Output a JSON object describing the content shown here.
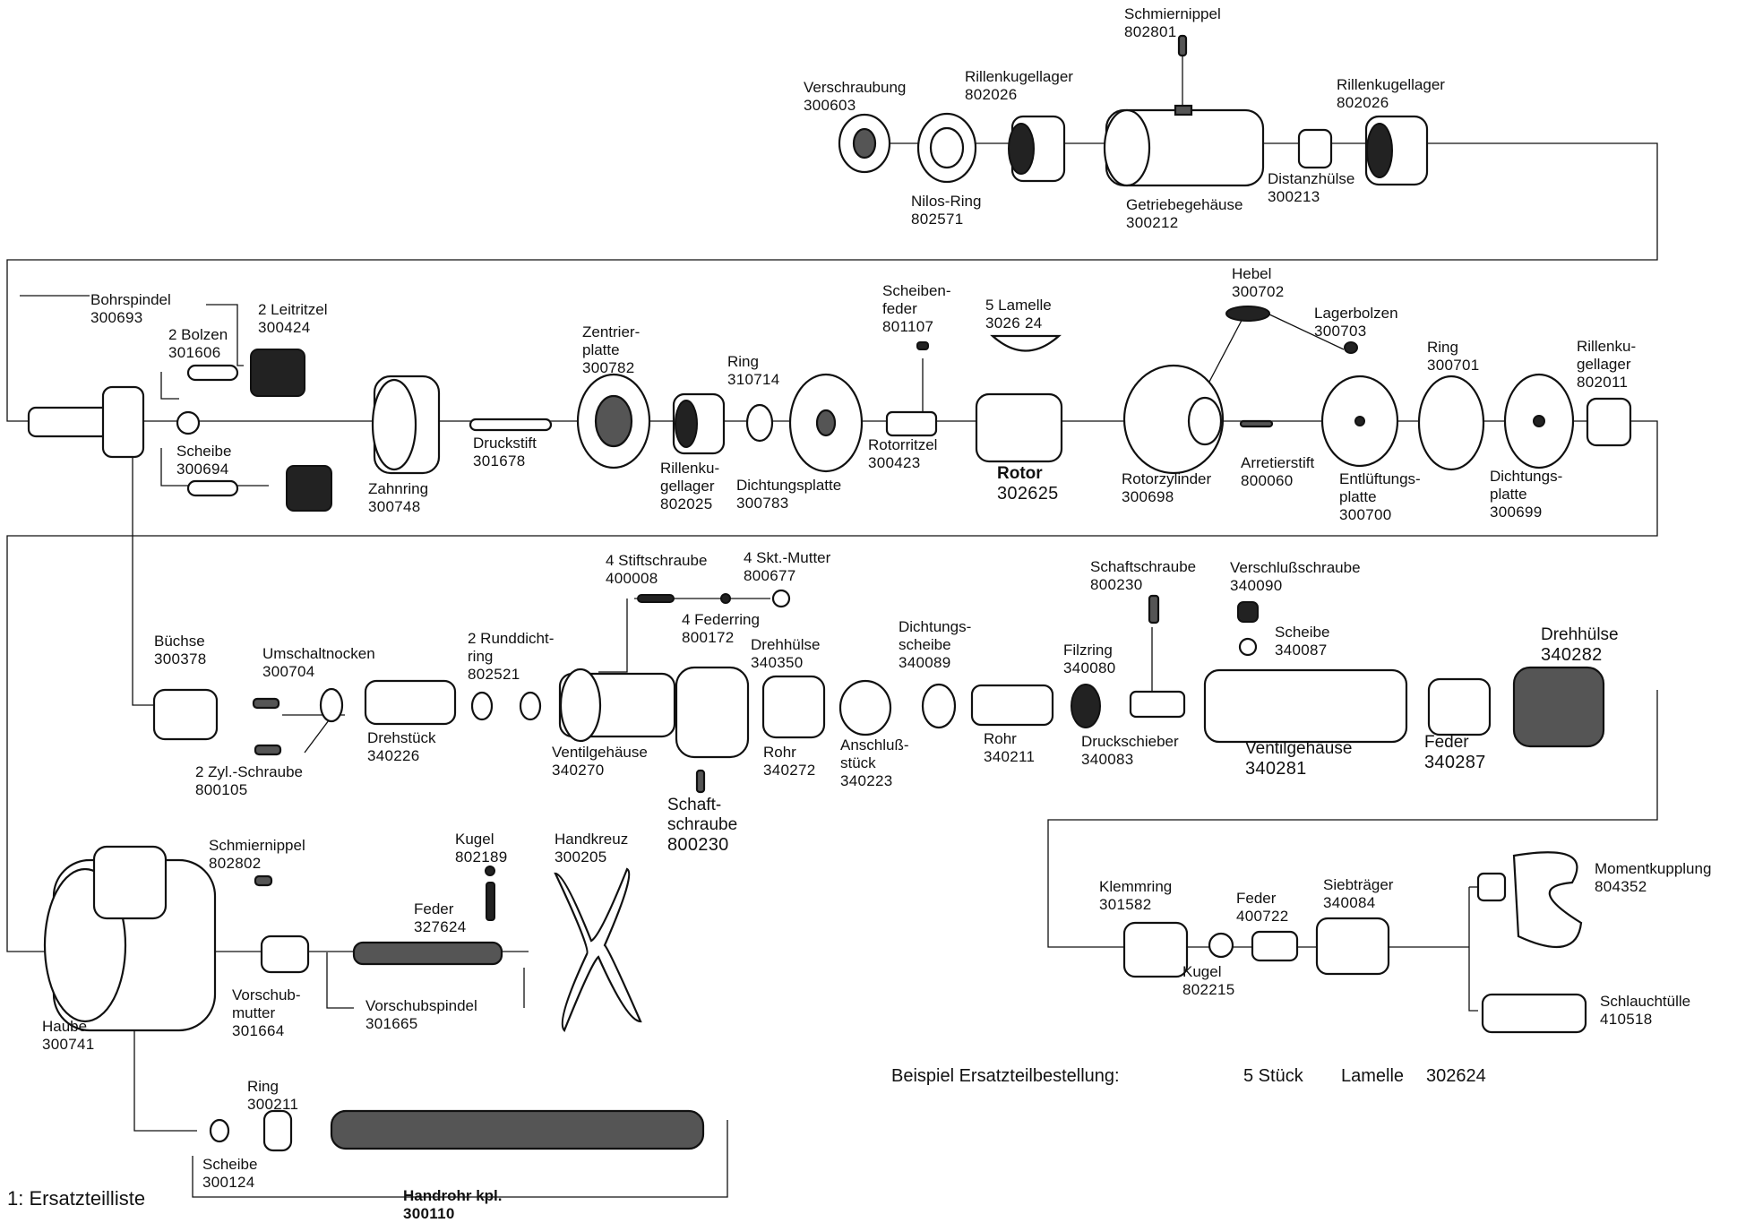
{
  "caption": "1: Ersatzteilliste",
  "example": {
    "lead": "Beispiel Ersatzteilbestellung:",
    "qty": "5 Stück",
    "part": "Lamelle",
    "number": "302624"
  },
  "parts": {
    "schmiernippel_top": {
      "name": "Schmiernippel",
      "number": "802801"
    },
    "verschraubung": {
      "name": "Verschraubung",
      "number": "300603"
    },
    "rillenkugellager_a": {
      "name": "Rillenkugellager",
      "number": "802026"
    },
    "rillenkugellager_b": {
      "name": "Rillenkugellager",
      "number": "802026"
    },
    "nilos_ring": {
      "name": "Nilos-Ring",
      "number": "802571"
    },
    "getriebegehaeuse": {
      "name": "Getriebegehäuse",
      "number": "300212"
    },
    "distanzhuelse": {
      "name": "Distanzhülse",
      "number": "300213"
    },
    "bohrspindel": {
      "name": "Bohrspindel",
      "number": "300693"
    },
    "leitritzel": {
      "name": "2 Leitritzel",
      "number": "300424"
    },
    "bolzen": {
      "name": "2 Bolzen",
      "number": "301606"
    },
    "scheibe_300694": {
      "name": "Scheibe",
      "number": "300694"
    },
    "zahnring": {
      "name": "Zahnring",
      "number": "300748"
    },
    "druckstift": {
      "name": "Druckstift",
      "number": "301678"
    },
    "zentrierplatte": {
      "line1": "Zentrier-",
      "line2": "platte",
      "number": "300782"
    },
    "ring_310714": {
      "name": "Ring",
      "number": "310714"
    },
    "rillenkugellager_802025": {
      "line1": "Rillenku-",
      "line2": "gellager",
      "number": "802025"
    },
    "dichtungsplatte_300783": {
      "name": "Dichtungsplatte",
      "number": "300783"
    },
    "scheibenfeder": {
      "line1": "Scheiben-",
      "line2": "feder",
      "number": "801107"
    },
    "lamelle": {
      "name": "5 Lamelle",
      "number": "3026 24"
    },
    "rotorritzel": {
      "name": "Rotorritzel",
      "number": "300423"
    },
    "rotor": {
      "name": "Rotor",
      "number": "302625"
    },
    "hebel": {
      "name": "Hebel",
      "number": "300702"
    },
    "lagerbolzen": {
      "name": "Lagerbolzen",
      "number": "300703"
    },
    "rotorzylinder": {
      "name": "Rotorzylinder",
      "number": "300698"
    },
    "arretierstift": {
      "name": "Arretierstift",
      "number": "800060"
    },
    "ring_300701": {
      "name": "Ring",
      "number": "300701"
    },
    "entlueftungsplatte": {
      "line1": "Entlüftungs-",
      "line2": "platte",
      "number": "300700"
    },
    "dichtungsplatte_300699": {
      "line1": "Dichtungs-",
      "line2": "platte",
      "number": "300699"
    },
    "rillenkugellager_802011": {
      "line1": "Rillenku-",
      "line2": "gellager",
      "number": "802011"
    },
    "stiftschraube": {
      "name": "4 Stiftschraube",
      "number": "400008"
    },
    "skt_mutter": {
      "name": "4 Skt.-Mutter",
      "number": "800677"
    },
    "federring": {
      "name": "4 Federring",
      "number": "800172"
    },
    "drehhuelse_340350": {
      "name": "Drehhülse",
      "number": "340350"
    },
    "buechse": {
      "name": "Büchse",
      "number": "300378"
    },
    "umschaltnocken": {
      "name": "Umschaltnocken",
      "number": "300704"
    },
    "runddichtring": {
      "line1": "2 Runddicht-",
      "line2": "ring",
      "number": "802521"
    },
    "drehstueck": {
      "name": "Drehstück",
      "number": "340226"
    },
    "ventilgehaeuse_340270": {
      "name": "Ventilgehäuse",
      "number": "340270"
    },
    "zyl_schraube": {
      "name": "2 Zyl.-Schraube",
      "number": "800105"
    },
    "schaftschraube_lower": {
      "line1": "Schaft-",
      "line2": "schraube",
      "number": "800230"
    },
    "rohr_340272": {
      "name": "Rohr",
      "number": "340272"
    },
    "dichtungsscheibe": {
      "line1": "Dichtungs-",
      "line2": "scheibe",
      "number": "340089"
    },
    "anschlussstueck": {
      "line1": "Anschluß-",
      "line2": "stück",
      "number": "340223"
    },
    "rohr_340211": {
      "name": "Rohr",
      "number": "340211"
    },
    "filzring": {
      "name": "Filzring",
      "number": "340080"
    },
    "druckschieber": {
      "name": "Druckschieber",
      "number": "340083"
    },
    "schaftschraube_upper": {
      "name": "Schaftschraube",
      "number": "800230"
    },
    "verschlussschraube": {
      "name": "Verschlußschraube",
      "number": "340090"
    },
    "scheibe_340087": {
      "name": "Scheibe",
      "number": "340087"
    },
    "ventilgehaeuse_340281": {
      "name": "Ventilgehäuse",
      "number": "340281"
    },
    "feder_340287": {
      "name": "Feder",
      "number": "340287"
    },
    "drehhuelse_340282": {
      "name": "Drehhülse",
      "number": "340282"
    },
    "schmiernippel_lower": {
      "name": "Schmiernippel",
      "number": "802802"
    },
    "kugel_802189": {
      "name": "Kugel",
      "number": "802189"
    },
    "handkreuz": {
      "name": "Handkreuz",
      "number": "300205"
    },
    "feder_327624": {
      "name": "Feder",
      "number": "327624"
    },
    "vorschubmutter": {
      "line1": "Vorschub-",
      "line2": "mutter",
      "number": "301664"
    },
    "vorschubspindel": {
      "name": "Vorschubspindel",
      "number": "301665"
    },
    "haube": {
      "name": "Haube",
      "number": "300741"
    },
    "ring_300211": {
      "name": "Ring",
      "number": "300211"
    },
    "scheibe_300124": {
      "name": "Scheibe",
      "number": "300124"
    },
    "handrohr": {
      "name": "Handrohr kpl.",
      "number": "300110"
    },
    "klemmring": {
      "name": "Klemmring",
      "number": "301582"
    },
    "kugel_802215": {
      "name": "Kugel",
      "number": "802215"
    },
    "feder_400722": {
      "name": "Feder",
      "number": "400722"
    },
    "siebtraeger": {
      "name": "Siebträger",
      "number": "340084"
    },
    "momentkupplung": {
      "name": "Momentkupplung",
      "number": "804352"
    },
    "schlauchtuelle": {
      "name": "Schlauchtülle",
      "number": "410518"
    }
  }
}
